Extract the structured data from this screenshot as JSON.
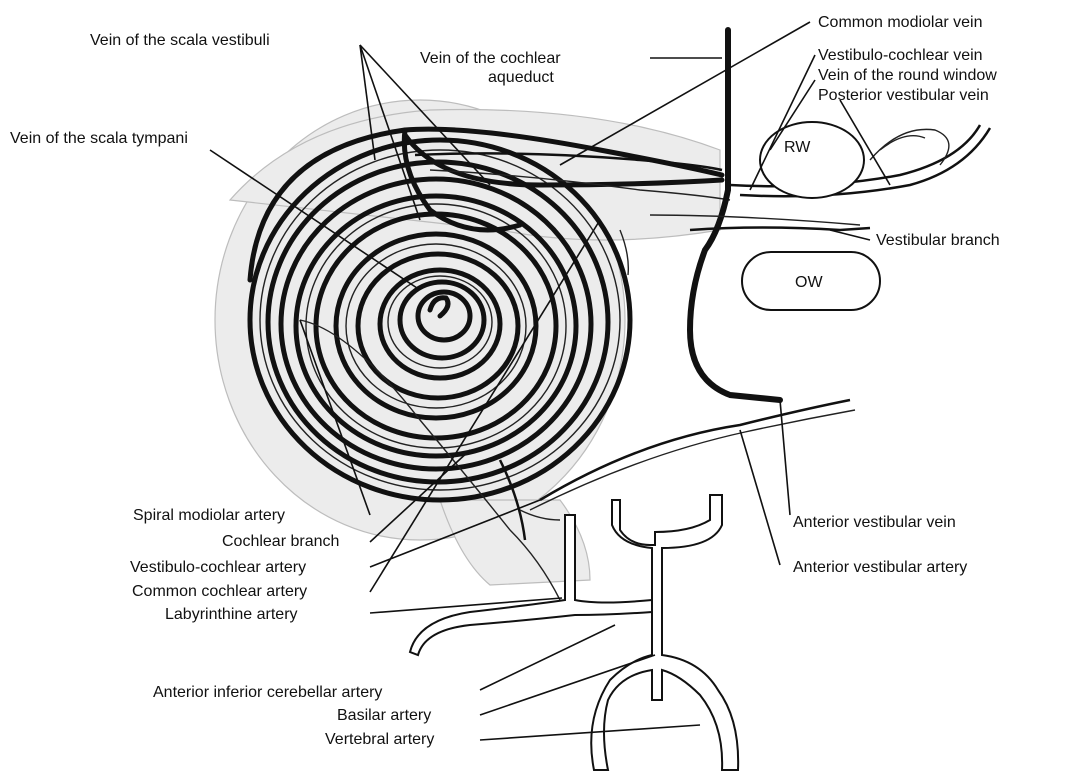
{
  "labels": {
    "common_modiolar_vein": "Common modiolar vein",
    "vein_scala_vestibuli": "Vein of the scala vestibuli",
    "vein_cochlear_aqueduct_1": "Vein of the cochlear",
    "vein_cochlear_aqueduct_2": "aqueduct",
    "vestibulo_cochlear_vein": "Vestibulo-cochlear vein",
    "vein_round_window": "Vein of the round window",
    "posterior_vestibular_vein": "Posterior vestibular vein",
    "vein_scala_tympani": "Vein of the scala tympani",
    "rw": "RW",
    "vestibular_branch": "Vestibular branch",
    "ow": "OW",
    "spiral_modiolar_artery": "Spiral modiolar artery",
    "cochlear_branch": "Cochlear branch",
    "vestibulo_cochlear_artery": "Vestibulo-cochlear artery",
    "common_cochlear_artery": "Common cochlear artery",
    "labyrinthine_artery": "Labyrinthine artery",
    "anterior_vestibular_vein": "Anterior vestibular vein",
    "anterior_vestibular_artery": "Anterior vestibular artery",
    "aica": "Anterior inferior cerebellar artery",
    "basilar_artery": "Basilar artery",
    "vertebral_artery": "Vertebral artery"
  }
}
